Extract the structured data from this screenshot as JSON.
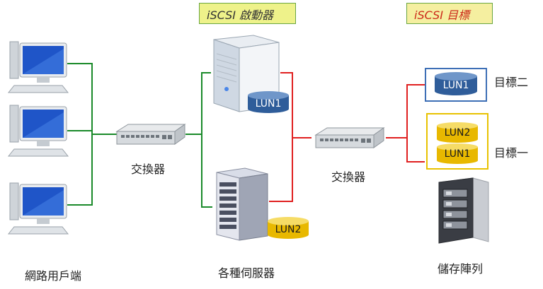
{
  "titles": {
    "initiator": "iSCSI 啟動器",
    "target": "iSCSI 目標"
  },
  "labels": {
    "clients": "網路用戶端",
    "switch_left": "交換器",
    "switch_right": "交換器",
    "servers": "各種伺服器",
    "storage": "儲存陣列",
    "target_two": "目標二",
    "target_one": "目標一"
  },
  "luns": {
    "server_top": "LUN1",
    "server_bottom": "LUN2",
    "target2_lun": "LUN1",
    "target1_lun_top": "LUN2",
    "target1_lun_bottom": "LUN1"
  },
  "colors": {
    "green_link": "#1a8a2a",
    "red_link": "#e02020",
    "initiator_fill": "#eef28a",
    "target_fill": "#f5efa0",
    "blue_lun": "#2f5d9a",
    "gold_lun": "#e8b800"
  }
}
